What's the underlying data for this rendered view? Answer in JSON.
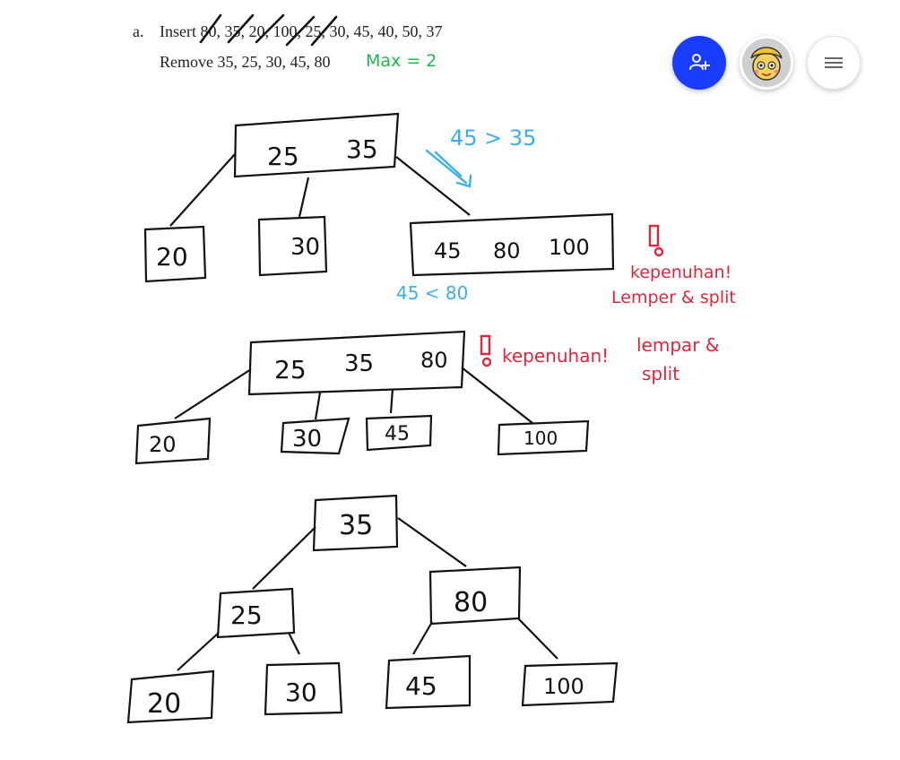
{
  "problem": {
    "label": "a.",
    "insert_line": "Insert 80, 35, 20, 100, 25, 30, 45, 40, 50, 37",
    "remove_line": "Remove 35, 25, 30, 45, 80"
  },
  "annotations": {
    "max": "Max = 2",
    "compare_gt": "45 > 35",
    "compare_lt": "45 < 80",
    "overflow_1a": "kepenuhan!",
    "overflow_1b": "Lemper & split",
    "overflow_2": "kepenuhan!",
    "overflow_2b": "lempar &",
    "overflow_2c": "split",
    "warning_mark": "!"
  },
  "tree1": {
    "root": [
      "25",
      "35"
    ],
    "children": [
      [
        "20"
      ],
      [
        "30"
      ],
      [
        "45",
        "80",
        "100"
      ]
    ]
  },
  "tree2": {
    "root": [
      "25",
      "35",
      "80"
    ],
    "children": [
      [
        "20"
      ],
      [
        "30"
      ],
      [
        "45"
      ],
      [
        "100"
      ]
    ]
  },
  "tree3": {
    "root": [
      "35"
    ],
    "mid": [
      [
        "25"
      ],
      [
        "80"
      ]
    ],
    "leaves": [
      [
        "20"
      ],
      [
        "30"
      ],
      [
        "45"
      ],
      [
        "100"
      ]
    ]
  },
  "colors": {
    "ink": "#111111",
    "green": "#1fb84a",
    "blue": "#3ab0f0",
    "red": "#e0263a",
    "accent_button": "#1a3cff"
  },
  "toolbar": {
    "invite_icon": "add-person-icon",
    "avatar_icon": "avatar-cartoon",
    "menu_icon": "hamburger-menu-icon"
  }
}
